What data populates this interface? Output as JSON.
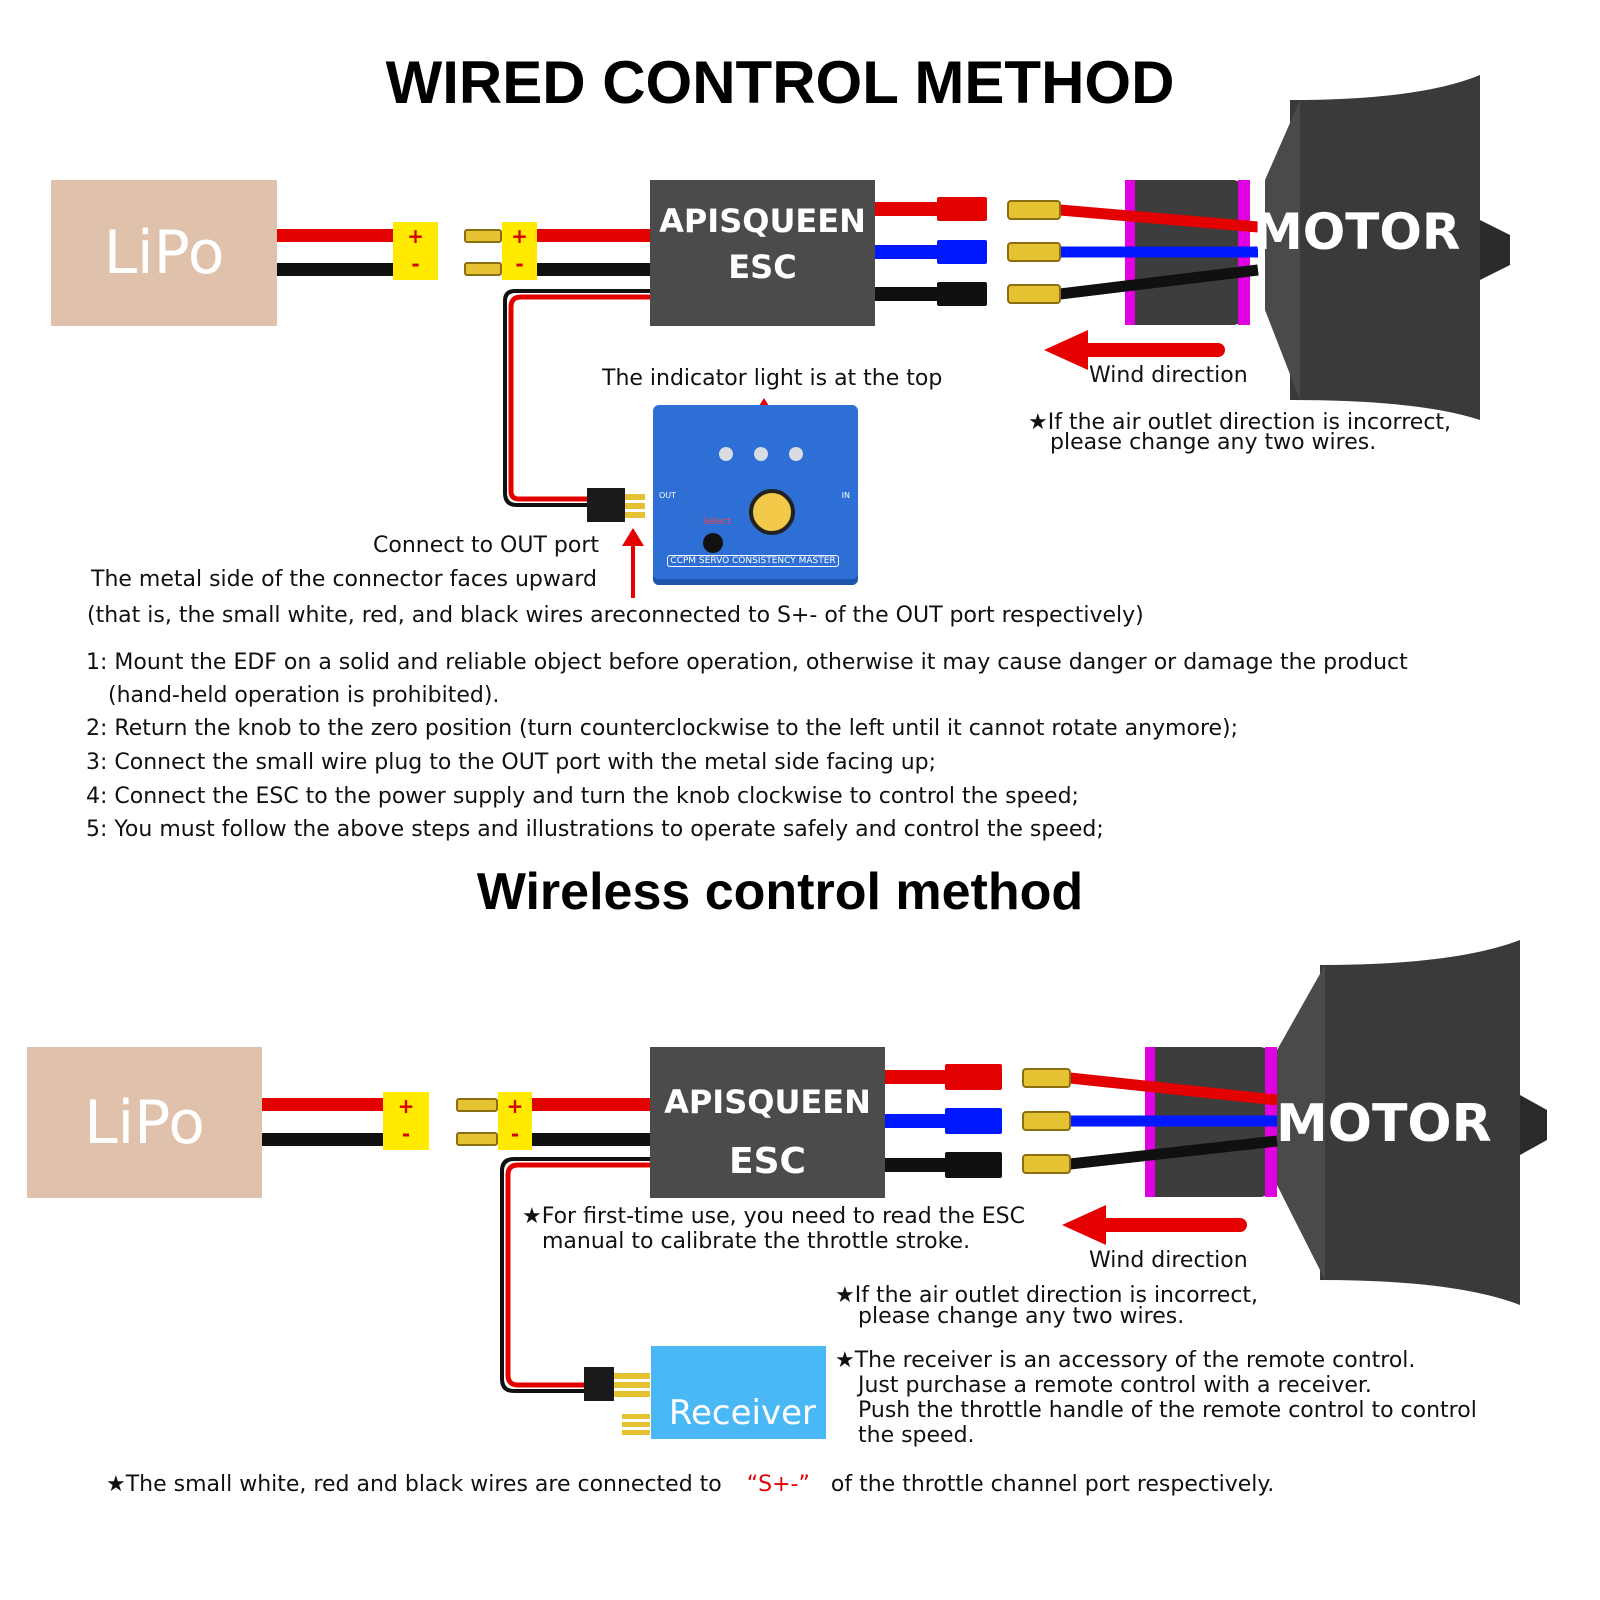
{
  "wired": {
    "title": "WIRED CONTROL METHOD",
    "lipo": "LiPo",
    "esc_line1": "APISQUEEN",
    "esc_line2": "ESC",
    "plus": "+",
    "minus": "-",
    "motor": "MOTOR",
    "wind": "Wind direction",
    "air_note_1": "★If the air outlet direction is incorrect,",
    "air_note_2": "please change any two wires.",
    "indicator": "The indicator light is at the top",
    "tester_label": "CCPM SERVO CONSISTENCY MASTER",
    "tester_select": "Select",
    "tester_out": "OUT",
    "tester_in": "IN",
    "connect_out": "Connect to OUT port",
    "metal_side": "The metal side of the connector faces upward",
    "that_is": "(that is, the small white, red, and black wires areconnected to S+- of the OUT port respectively)"
  },
  "steps": [
    "1: Mount the EDF on a solid and reliable object before operation, otherwise it may cause danger or damage the product",
    "(hand-held operation is prohibited).",
    "2: Return the knob to the zero position (turn counterclockwise to the left until it cannot rotate anymore);",
    "3: Connect the small wire plug to the OUT port with the metal side facing up;",
    "4: Connect the ESC to the power supply and turn the knob clockwise to control the speed;",
    "5: You must follow the above steps and illustrations to operate safely and control the speed;"
  ],
  "wireless": {
    "title": "Wireless control method",
    "lipo": "LiPo",
    "esc_line1": "APISQUEEN",
    "esc_line2": "ESC",
    "plus": "+",
    "minus": "-",
    "motor": "MOTOR",
    "wind": "Wind direction",
    "calib_1": "★For first-time use, you need to read the ESC",
    "calib_2": "manual to calibrate the throttle stroke.",
    "air_note_1": "★If the air outlet direction is incorrect,",
    "air_note_2": "please change any two wires.",
    "receiver": "Receiver",
    "recv_note_1": "★The receiver is an accessory of the remote control.",
    "recv_note_2": "Just purchase a remote control with a receiver.",
    "recv_note_3": "Push the throttle handle of the remote control to control",
    "recv_note_4": "the speed.",
    "bottom_prefix": "★The small white, red and black wires are connected to",
    "bottom_code": "“S+-”",
    "bottom_suffix": "of the throttle channel port respectively."
  },
  "colors": {
    "lipo": "#e0c1ab",
    "esc": "#4b4b4b",
    "connector": "#ffea00",
    "wire_red": "#e30000",
    "wire_blue": "#0018ff",
    "wire_black": "#101010",
    "motor": "#3a3a3a",
    "magenta": "#e000e0",
    "receiver": "#4ab8f5",
    "arrow": "#e60000"
  }
}
